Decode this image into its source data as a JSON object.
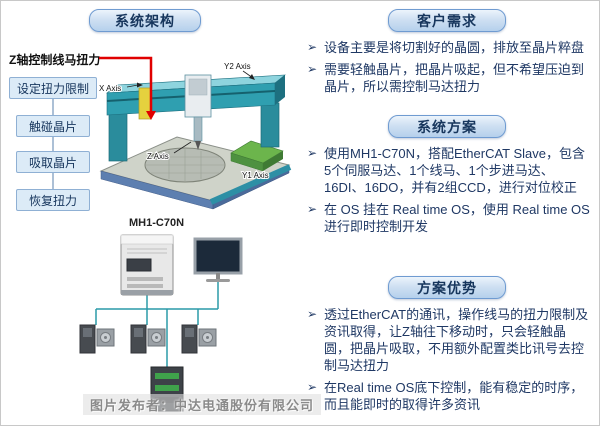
{
  "slide": {
    "left": {
      "title": "系统架构",
      "z_label": "Z轴控制线马扭力",
      "flow_steps": [
        "设定扭力限制",
        "触碰晶片",
        "吸取晶片",
        "恢复扭力"
      ],
      "machine_labels": {
        "x_axis": "X Axis",
        "y2_axis": "Y2 Axis",
        "z_axis": "Z Axis",
        "y1_axis": "Y1 Axis"
      },
      "controller_label": "MH1-C70N"
    },
    "right": {
      "bullet_glyph": "➢",
      "sections": [
        {
          "title": "客户需求",
          "bullets": [
            "设备主要是将切割好的晶圆，排放至晶片粹盘",
            "需要轻触晶片，把晶片吸起，但不希望压迫到晶片，所以需控制马达扭力"
          ]
        },
        {
          "title": "系统方案",
          "bullets": [
            "使用MH1-C70N，搭配EtherCAT Slave，包含5个伺服马达、1个线马、1个步进马达、16DI、16DO，并有2组CCD，进行对位校正",
            "在 OS 挂在 Real time OS，使用 Real time OS进行即时控制开发"
          ]
        },
        {
          "title": "方案优势",
          "bullets": [
            "透过EtherCAT的通讯，操作线马的扭力限制及资讯取得，让Z轴往下移动时，只会轻触晶圆，把晶片吸取，不用额外配置类比讯号去控制马达扭力",
            "在Real time OS底下控制，能有稳定的时序，而且能即时的取得许多资讯"
          ]
        }
      ]
    },
    "watermark": "图片发布者：中达电通股份有限公司"
  },
  "colors": {
    "accent_teal": "#2a9aa8",
    "header_fill": "#cfe0f2",
    "header_border": "#6f9bd1",
    "text_navy": "#1f3864",
    "arrow_red": "#e00000",
    "machine_teal": "#2f9fb0",
    "tray_green": "#57a13f"
  }
}
